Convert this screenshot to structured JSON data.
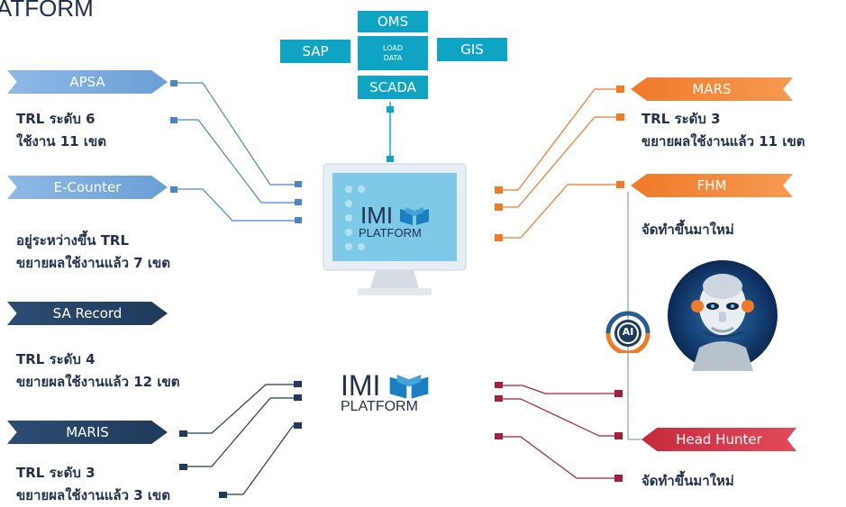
{
  "header": {
    "title_fragment": "ATFORM"
  },
  "data_sources": {
    "oms": "OMS",
    "sap": "SAP",
    "gis": "GIS",
    "load_data_line1": "LOAD",
    "load_data_line2": "DATA",
    "scada": "SCADA"
  },
  "left": {
    "apsa": {
      "label": "APSA",
      "line1": "TRL ระดับ 6",
      "line2": "ใช้งาน 11 เขต"
    },
    "ecounter": {
      "label": "E-Counter",
      "line1": "อยู่ระหว่างขึ้น TRL",
      "line2": "ขยายผลใช้งานแล้ว 7 เขต"
    },
    "sa_record": {
      "label": "SA Record",
      "line1": "TRL ระดับ 4",
      "line2": "ขยายผลใช้งานแล้ว 12 เขต"
    },
    "maris": {
      "label": "MARIS",
      "line1": "TRL ระดับ 3",
      "line2": "ขยายผลใช้งานแล้ว 3 เขต"
    }
  },
  "right": {
    "mars": {
      "label": "MARS",
      "line1": "TRL ระดับ 3",
      "line2": "ขยายผลใช้งานแล้ว 11 เขต"
    },
    "fhm": {
      "label": "FHM",
      "line1": "จัดทำขึ้นมาใหม่"
    },
    "head_hunter": {
      "label": "Head Hunter",
      "line1": "จัดทำขึ้นมาใหม่"
    }
  },
  "platform": {
    "line1": "IMI",
    "line2": "PLATFORM"
  },
  "ai_badge": "AI",
  "colors": {
    "light_blue": "#6a9fd6",
    "mid_blue": "#4a86c7",
    "navy": "#1f3a5a",
    "orange": "#ef7a28",
    "crimson": "#a3203a",
    "head_hunter": "#d03446",
    "teal": "#0fa3c4",
    "text": "#1f2f4e"
  }
}
